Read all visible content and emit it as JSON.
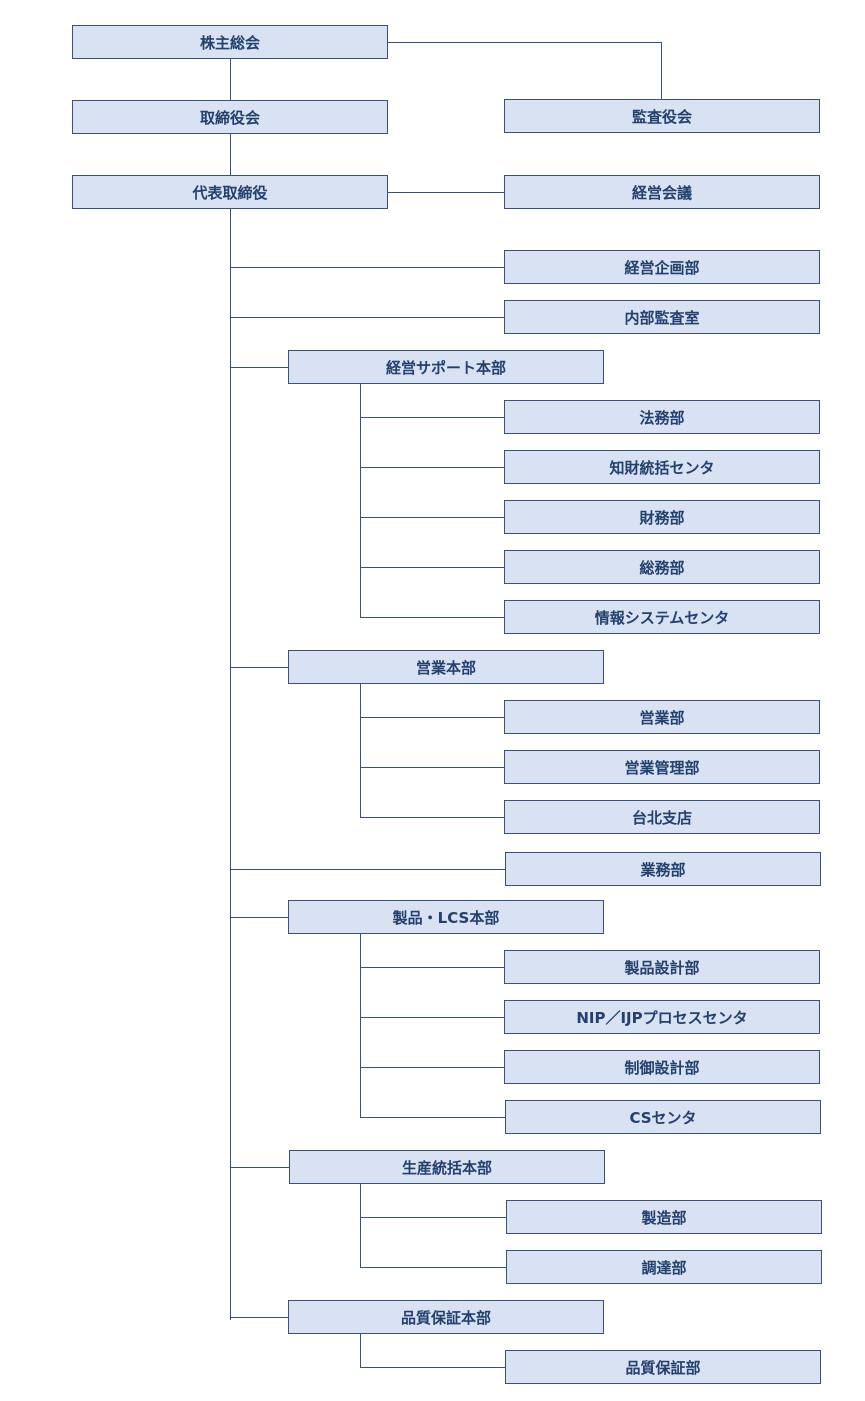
{
  "nodes": {
    "shareholders": "株主総会",
    "board": "取締役会",
    "auditors": "監査役会",
    "president": "代表取締役",
    "management_council": "経営会議",
    "corporate_planning": "経営企画部",
    "internal_audit": "内部監査室",
    "mgmt_support_hq": "経営サポート本部",
    "legal": "法務部",
    "ip_center": "知財統括センタ",
    "finance": "財務部",
    "general_affairs": "総務部",
    "info_systems": "情報システムセンタ",
    "sales_hq": "営業本部",
    "sales": "営業部",
    "sales_mgmt": "営業管理部",
    "taipei": "台北支店",
    "operations": "業務部",
    "product_lcs_hq": "製品・LCS本部",
    "product_design": "製品設計部",
    "nip_ijp": "NIP／IJPプロセスセンタ",
    "control_design": "制御設計部",
    "cs_center": "CSセンタ",
    "production_hq": "生産統括本部",
    "manufacturing": "製造部",
    "procurement": "調達部",
    "qa_hq": "品質保証本部",
    "qa": "品質保証部"
  },
  "colors": {
    "box_fill": "#d8e2f2",
    "box_border": "#3b5278",
    "text": "#23406e",
    "line": "#3b5278"
  }
}
